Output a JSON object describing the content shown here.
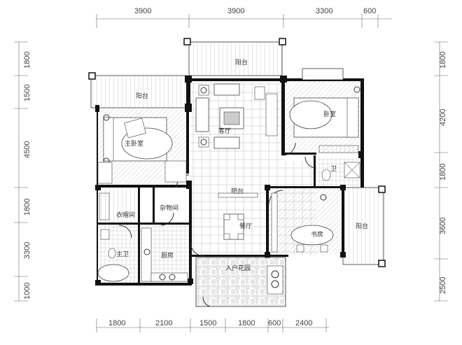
{
  "dimensions": {
    "top": [
      "3900",
      "3900",
      "3300",
      "600"
    ],
    "bottom": [
      "1800",
      "2100",
      "1500",
      "1800",
      "600",
      "2400"
    ],
    "left": [
      "1800",
      "1500",
      "4500",
      "1800",
      "3300",
      "1000"
    ],
    "right": [
      "1800",
      "4200",
      "1800",
      "3600",
      "2500"
    ]
  },
  "rooms": {
    "balcony_top": "阳台",
    "balcony_left": "阳台",
    "balcony_right": "阳台",
    "master_bedroom": "主卧室",
    "living_room": "客厅",
    "bedroom": "卧室",
    "cloakroom": "衣帽间",
    "storage": "杂物间",
    "bar": "吧台",
    "dining": "餐厅",
    "master_bath": "主卫",
    "kitchen": "厨房",
    "garden": "入户花园",
    "bath2": "卫",
    "room_right": "书房"
  }
}
